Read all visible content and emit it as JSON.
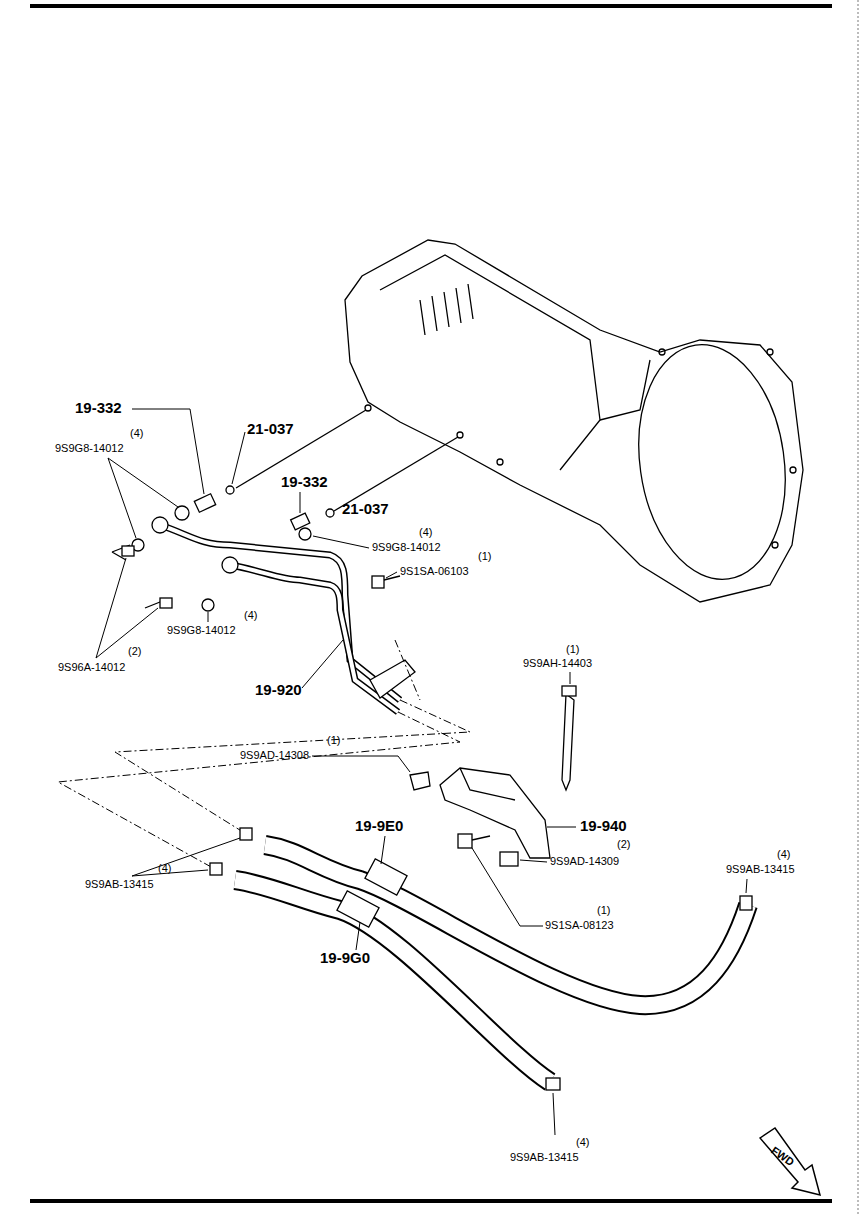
{
  "diagram": {
    "labels": [
      "19-332",
      "(4)",
      "9S9G8-14012",
      "21-037",
      "19-332",
      "21-037",
      "(4)",
      "9S9G8-14012",
      "(1)",
      "9S1SA-06103",
      "(4)",
      "9S9G8-14012",
      "(2)",
      "9S96A-14012",
      "19-920",
      "(1)",
      "9S9AH-14403",
      "(1)",
      "9S9AD-14308",
      "19-9E0",
      "19-940",
      "(4)",
      "9S9AB-13415",
      "(2)",
      "9S9AD-14309",
      "(4)",
      "9S9AB-13415",
      "(1)",
      "9S1SA-08123",
      "19-9G0",
      "(4)",
      "9S9AB-13415",
      "FWD"
    ]
  }
}
